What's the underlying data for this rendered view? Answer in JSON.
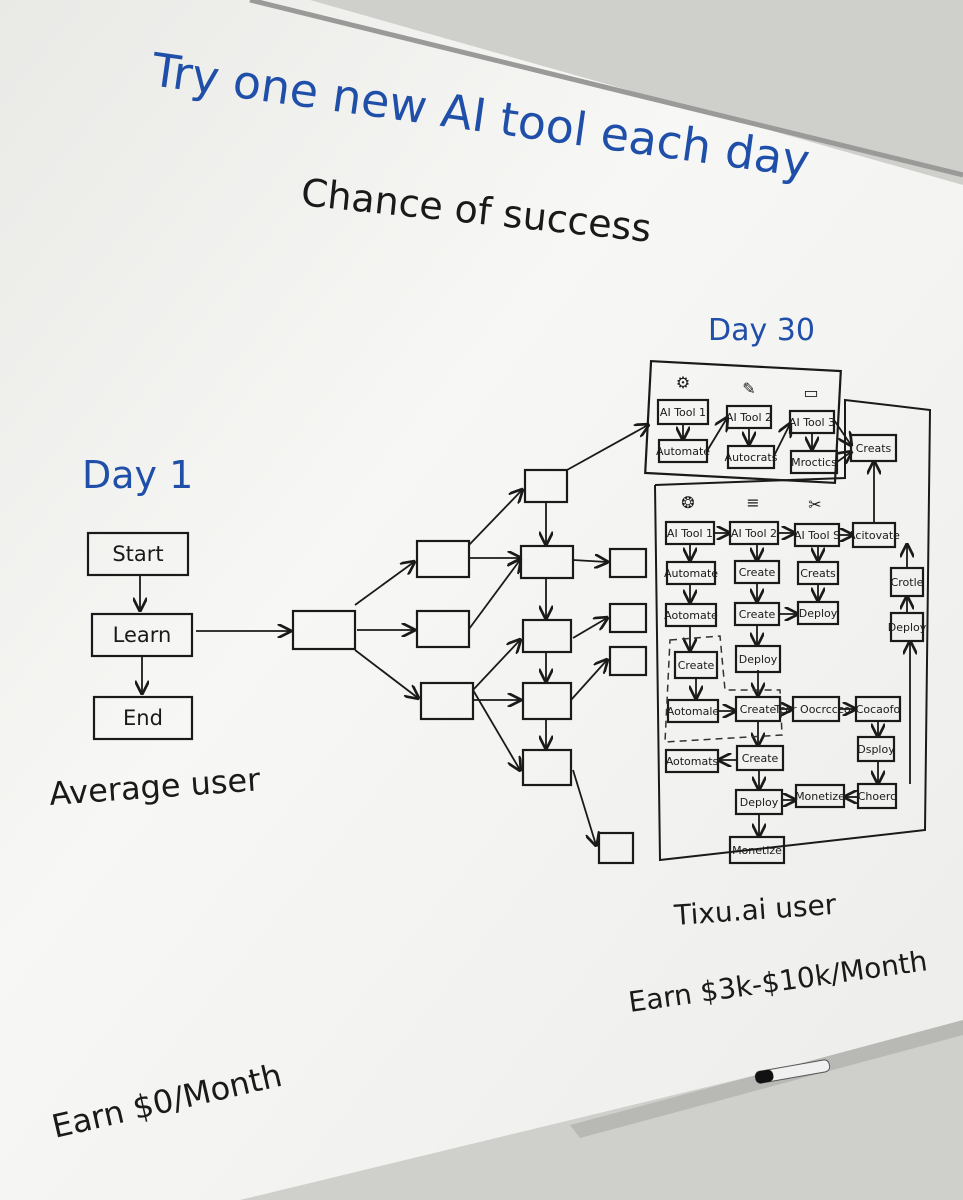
{
  "board": {
    "title": "Try one new AI tool each day",
    "subtitle": "Chance of success",
    "colors": {
      "marker_blue": "#1f4fa8",
      "marker_black": "#1a1a1a",
      "board": "#f4f4f2"
    }
  },
  "day1": {
    "heading": "Day 1",
    "steps": [
      "Start",
      "Learn",
      "End"
    ],
    "caption": "Average user",
    "earnings": "Earn $0/Month"
  },
  "day30": {
    "heading": "Day 30",
    "caption": "Tixu.ai user",
    "earnings": "Earn $3k-$10k/Month",
    "top_group": {
      "icons": [
        "gear-icon",
        "document-edit-icon",
        "browser-window-icon"
      ],
      "nodes": [
        "AI Tool 1",
        "AI Tool 2",
        "AI Tool 3",
        "Automate",
        "Autocrats",
        "Mroctics"
      ]
    },
    "nodes": [
      "Creats",
      "AI Tool 1",
      "AI Tool 2",
      "AI Tool S",
      "Acitovate",
      "Automate",
      "Create",
      "Creats",
      "Crotle",
      "Aotomate",
      "Create",
      "Deploy",
      "Deploy",
      "Create",
      "Deploy",
      "Aotomale",
      "Create",
      "Tcor Oocrcccon",
      "Cocaofo",
      "Aotomats",
      "Create",
      "Dsploy",
      "Deploy",
      "Monetize",
      "Choerc",
      "Monetize"
    ],
    "second_group_icons": [
      "brain-icon",
      "sliders-icon",
      "tools-icon"
    ]
  }
}
